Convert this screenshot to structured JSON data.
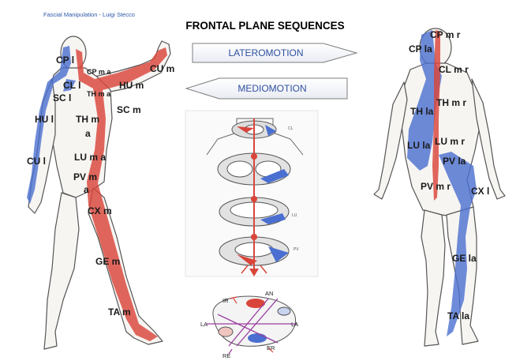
{
  "credit": "Fascial Manipulation - Luigi Stecco",
  "title": "FRONTAL PLANE SEQUENCES",
  "arrows": {
    "lateromotion": "LATEROMOTION",
    "mediomotion": "MEDIOMOTION"
  },
  "front_labels": {
    "cp_l": "CP l",
    "cp_ma": "CP m a",
    "cu_m": "CU m",
    "cl_l": "CL l",
    "th_ma": "TH m a",
    "hu_m": "HU m",
    "sc_l": "SC l",
    "sc_m": "SC m",
    "hu_l": "HU l",
    "th_m_a": "TH m",
    "th_m_a2": "a",
    "cu_l": "CU l",
    "lu_ma": "LU m a",
    "pv_m": "PV m",
    "pv_m2": "a",
    "cx_m": "CX m",
    "ge_m": "GE m",
    "ta_m": "TA m"
  },
  "back_labels": {
    "cp_mr": "CP m r",
    "cp_la": "CP la",
    "cl_mr": "CL m r",
    "th_mr": "TH m r",
    "th_la": "TH la",
    "lu_la": "LU la",
    "lu_mr": "LU m r",
    "pv_la": "PV la",
    "pv_mr": "PV m r",
    "cx_l": "CX l",
    "ge_la": "GE la",
    "ta_la": "TA la"
  },
  "center_labels": {
    "cl": "CL",
    "lu": "LU",
    "pv": "PV"
  },
  "pelvis_labels": {
    "ir": "IR",
    "an": "AN",
    "la_left": "LA",
    "la_right": "LA",
    "re": "RE",
    "er": "ER"
  },
  "colors": {
    "medio": "#d9453a",
    "latero": "#4a6fd0",
    "outline": "#555555",
    "arrow_text": "#2e4fa0"
  }
}
